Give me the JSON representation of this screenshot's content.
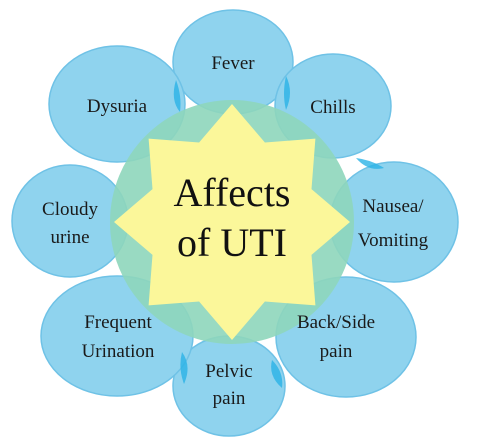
{
  "center": {
    "line1": "Affects",
    "line2": "of UTI"
  },
  "petals": [
    {
      "line1": "Fever",
      "line2": ""
    },
    {
      "line1": "Chills",
      "line2": ""
    },
    {
      "line1": "Nausea/",
      "line2": "Vomiting"
    },
    {
      "line1": "Back/Side",
      "line2": "pain"
    },
    {
      "line1": "Pelvic",
      "line2": "pain"
    },
    {
      "line1": "Frequent",
      "line2": "Urination"
    },
    {
      "line1": "Cloudy",
      "line2": "urine"
    },
    {
      "line1": "Dysuria",
      "line2": ""
    }
  ],
  "colors": {
    "petal_fill": "#8fd3ee",
    "petal_stroke": "#6fc2e6",
    "overlap": "#2bb3e6",
    "ring": "#8ed6bb",
    "center_fill": "#fbf79a"
  }
}
